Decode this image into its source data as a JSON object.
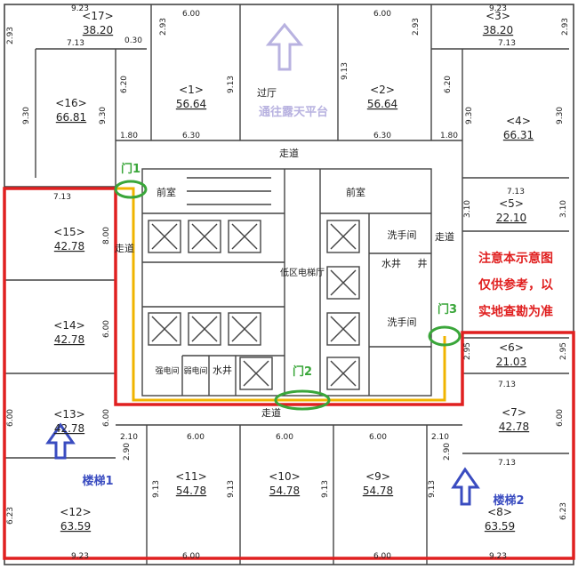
{
  "units": [
    {
      "id": "<17>",
      "area": "38.20"
    },
    {
      "id": "<1>",
      "area": "56.64"
    },
    {
      "id": "<2>",
      "area": "56.64"
    },
    {
      "id": "<3>",
      "area": "38.20"
    },
    {
      "id": "<16>",
      "area": "66.81"
    },
    {
      "id": "<4>",
      "area": "66.31"
    },
    {
      "id": "<5>",
      "area": "22.10"
    },
    {
      "id": "<15>",
      "area": "42.78"
    },
    {
      "id": "<14>",
      "area": "42.78"
    },
    {
      "id": "<13>",
      "area": "42.78"
    },
    {
      "id": "<6>",
      "area": "21.03"
    },
    {
      "id": "<7>",
      "area": "42.78"
    },
    {
      "id": "<12>",
      "area": "63.59"
    },
    {
      "id": "<11>",
      "area": "54.78"
    },
    {
      "id": "<10>",
      "area": "54.78"
    },
    {
      "id": "<9>",
      "area": "54.78"
    },
    {
      "id": "<8>",
      "area": "63.59"
    }
  ],
  "rooms": {
    "hall": "过厅",
    "corridor": "走道",
    "front_room": "前室",
    "lobby": "低区电梯厅",
    "washroom": "洗手间",
    "water_well": "水井",
    "pipe_well": "井",
    "strong_elec": "强电间",
    "weak_elec": "弱电间"
  },
  "annotations": {
    "to_terrace": "通往露天平台",
    "door1": "门1",
    "door2": "门2",
    "door3": "门3",
    "stair1": "楼梯1",
    "stair2": "楼梯2",
    "notice": [
      "注意本示意图",
      "仅供参考，以",
      "实地查勘为准"
    ]
  },
  "dimensions": [
    "9.23",
    "6.00",
    "6.00",
    "9.23",
    "7.13",
    "2.93",
    "0.30",
    "9.13",
    "6.20",
    "9.30",
    "1.80",
    "6.30",
    "3.10",
    "8.00",
    "6.00",
    "2.10",
    "2.90",
    "2.95",
    "6.23"
  ],
  "colors": {
    "red": "#e02020",
    "yellow": "#f0b400",
    "green": "#3aa63a",
    "blue": "#3a4cc0",
    "purple": "#b8b2e0",
    "line": "#444444"
  }
}
